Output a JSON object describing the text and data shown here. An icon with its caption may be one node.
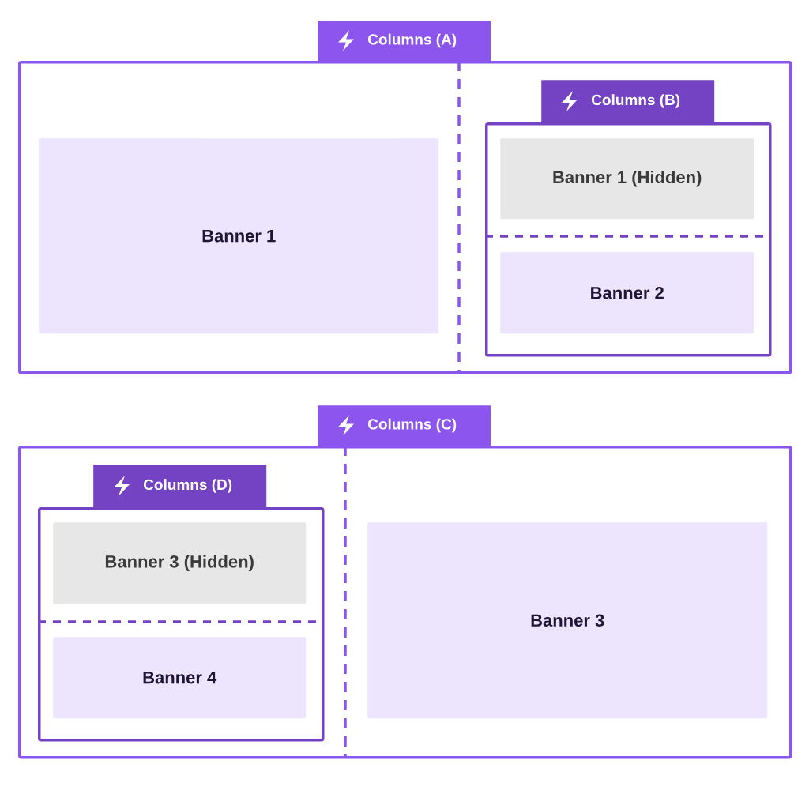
{
  "diagram": {
    "nodes": [
      {
        "text": [
          "Columns (A)"
        ]
      },
      {
        "text": [
          "Banner 1"
        ],
        "in": 0
      },
      {
        "text": [
          "Columns (B)"
        ],
        "in": 0
      },
      {
        "text": [
          "Banner 1 (Hidden)"
        ],
        "in": 2
      },
      {
        "text": [
          "Banner 2"
        ],
        "in": 2
      },
      {
        "text": [
          "Columns (C)"
        ]
      },
      {
        "text": [
          "Columns (D)"
        ],
        "in": 5
      },
      {
        "text": [
          "Banner 3 (Hidden)"
        ],
        "in": 6
      },
      {
        "text": [
          "Banner 4"
        ],
        "in": 6
      },
      {
        "text": [
          "Banner 3"
        ],
        "in": 5
      }
    ]
  }
}
